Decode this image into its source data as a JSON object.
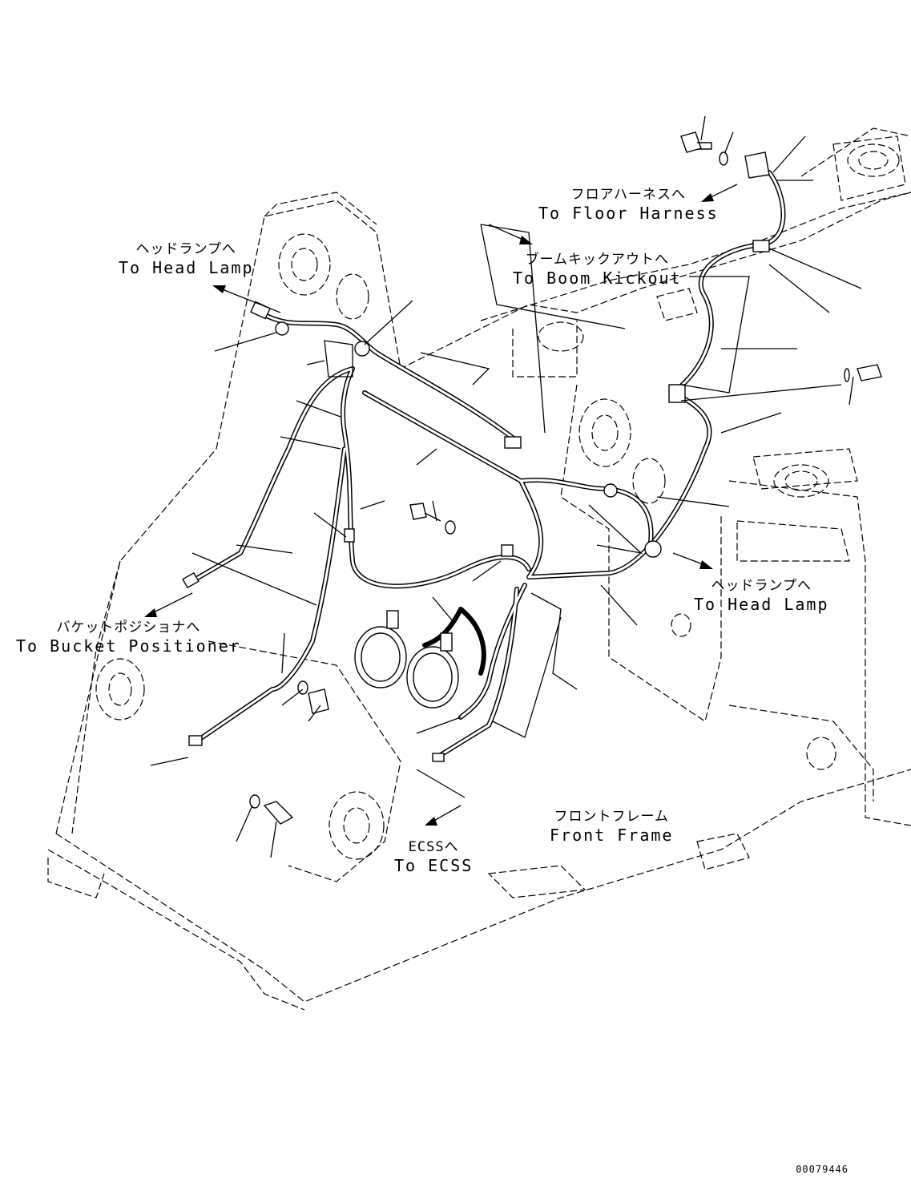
{
  "labels": {
    "floor_harness": {
      "jp": "フロアハーネスへ",
      "en": "To Floor Harness"
    },
    "boom_kickout": {
      "jp": "ブームキックアウトへ",
      "en": "To Boom Kickout"
    },
    "head_lamp_left": {
      "jp": "ヘッドランプへ",
      "en": "To Head Lamp"
    },
    "head_lamp_right": {
      "jp": "ヘッドランプへ",
      "en": "To Head Lamp"
    },
    "bucket_positioner": {
      "jp": "バケットポジショナへ",
      "en": "To Bucket Positioner"
    },
    "ecss": {
      "jp": "ECSSへ",
      "en": "To ECSS"
    },
    "front_frame": {
      "jp": "フロントフレーム",
      "en": "Front Frame"
    }
  },
  "document_number": "00079446"
}
